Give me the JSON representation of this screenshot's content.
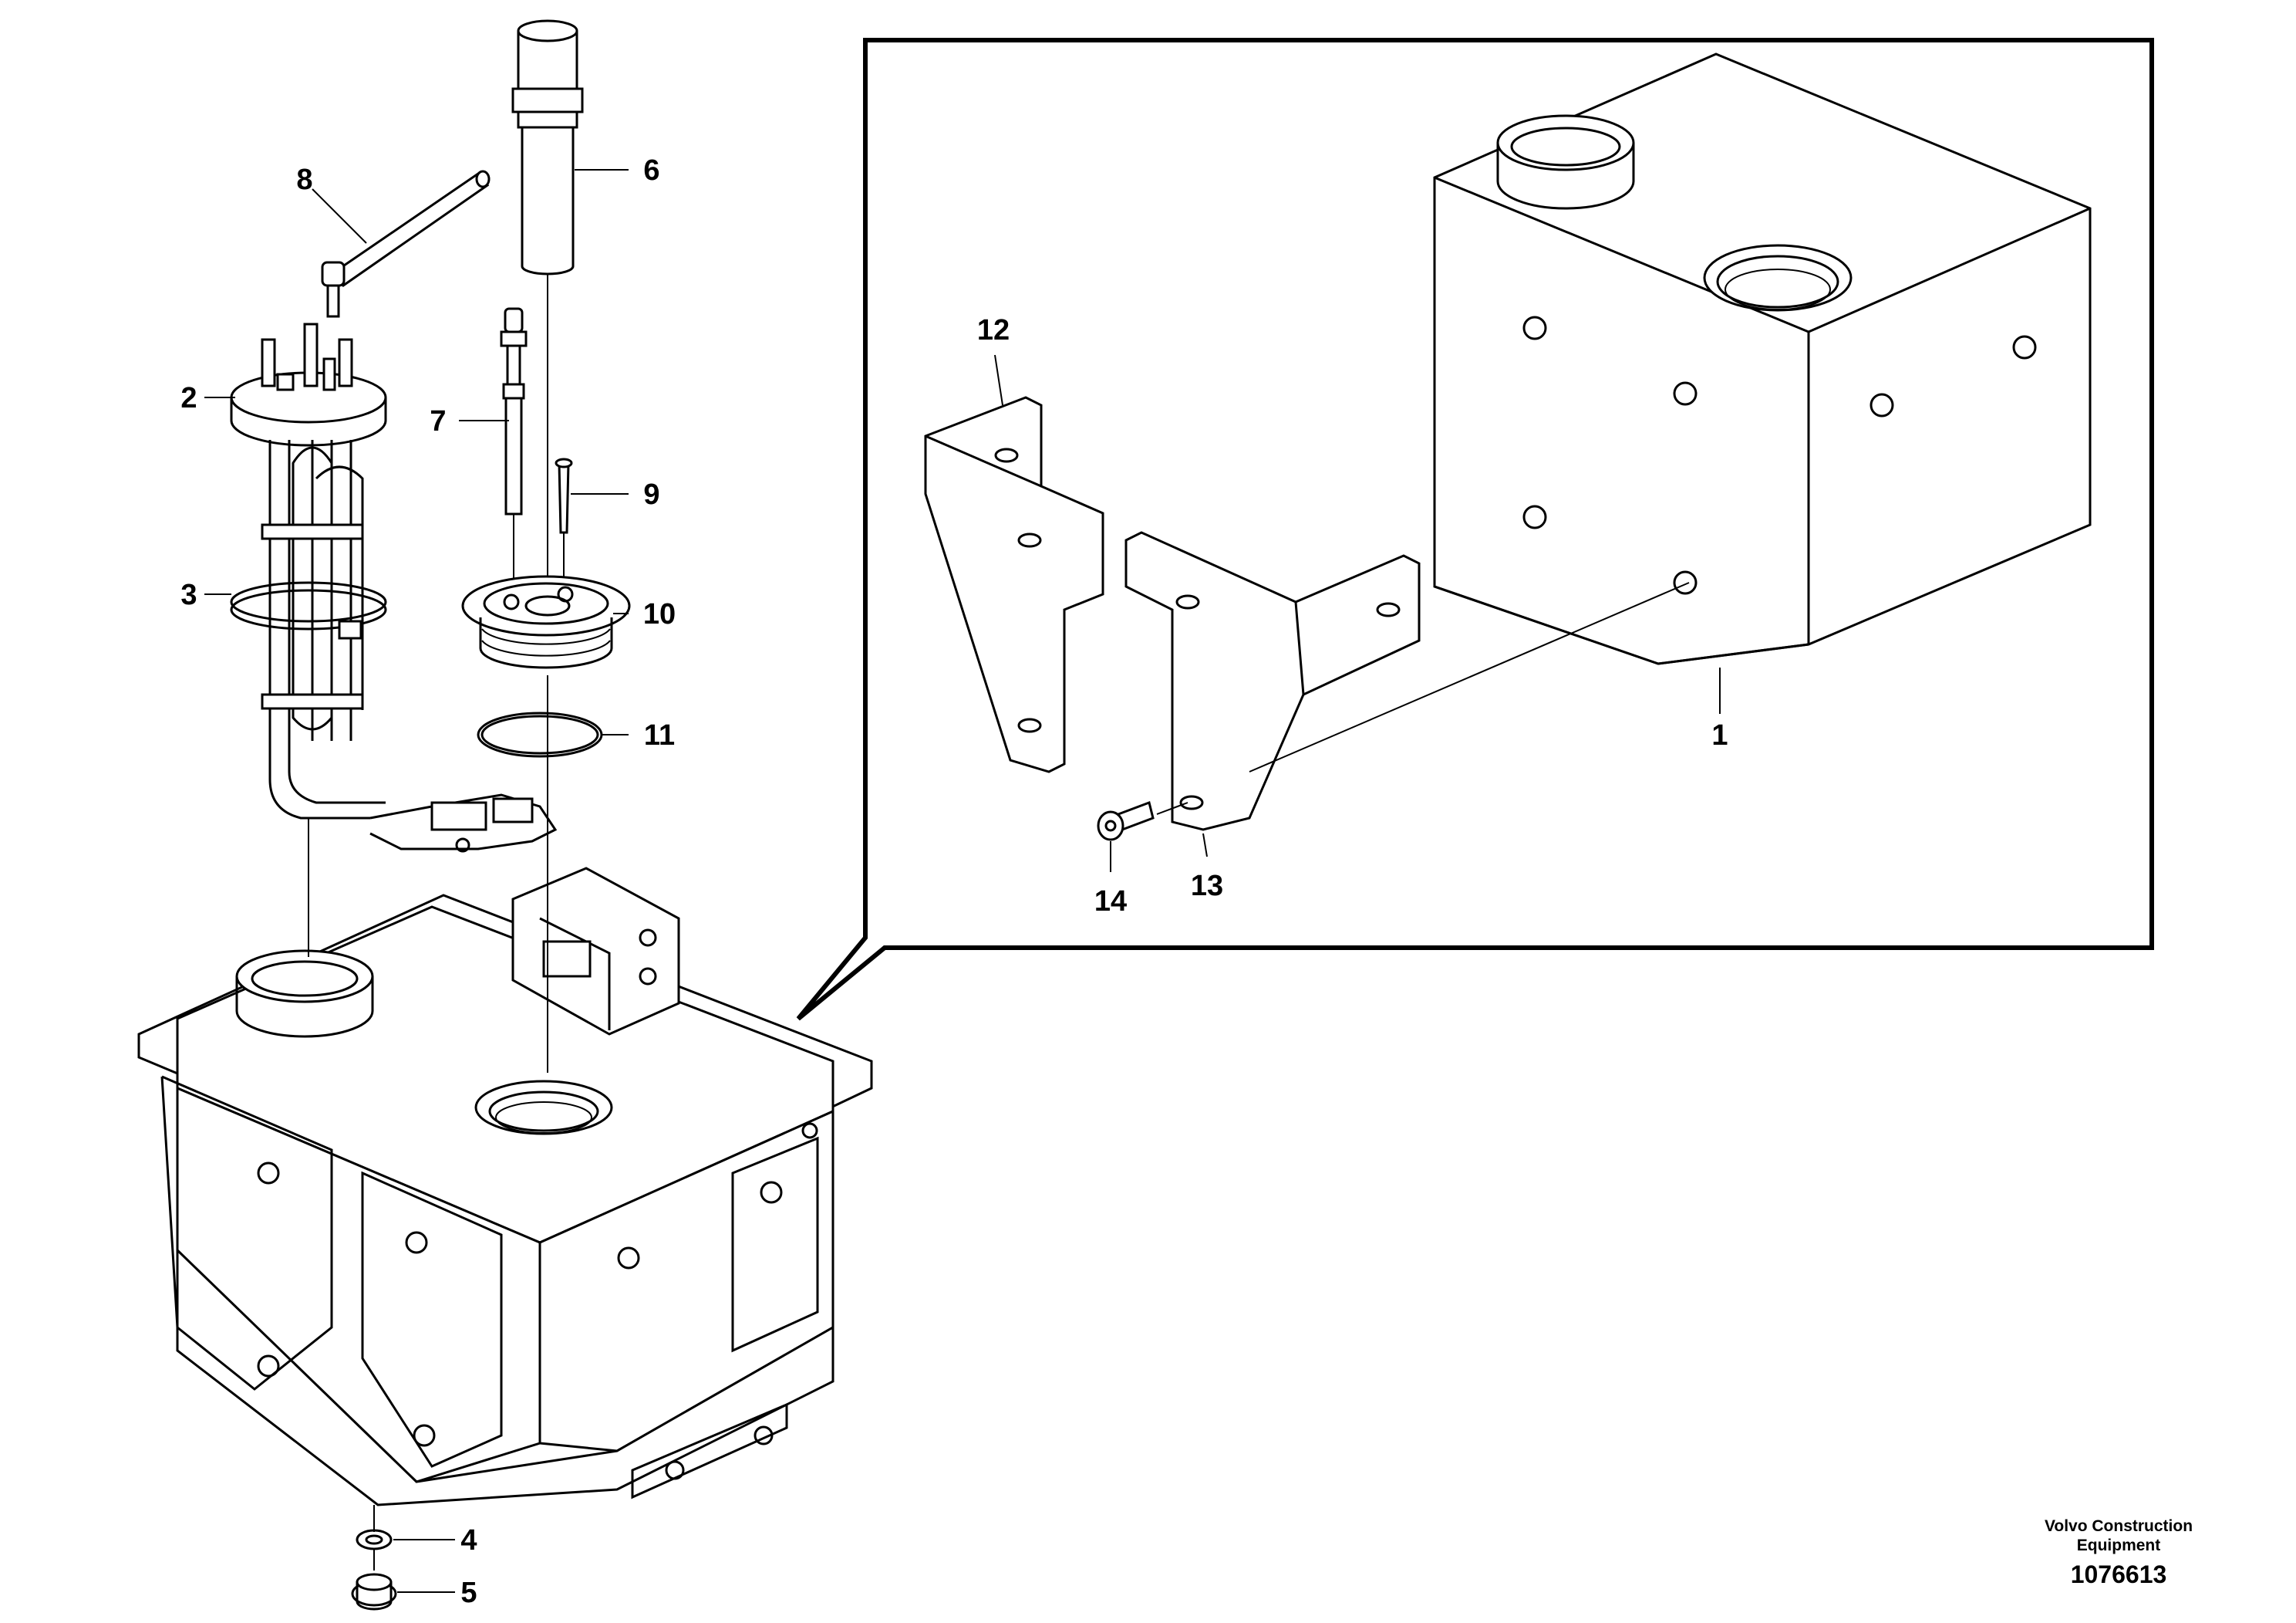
{
  "callouts": {
    "c1": "1",
    "c2": "2",
    "c3": "3",
    "c4": "4",
    "c5": "5",
    "c6": "6",
    "c7": "7",
    "c8": "8",
    "c9": "9",
    "c10": "10",
    "c11": "11",
    "c12": "12",
    "c13": "13",
    "c14": "14"
  },
  "footer": {
    "company": "Volvo Construction",
    "division": "Equipment",
    "drawing_number": "1076613"
  }
}
